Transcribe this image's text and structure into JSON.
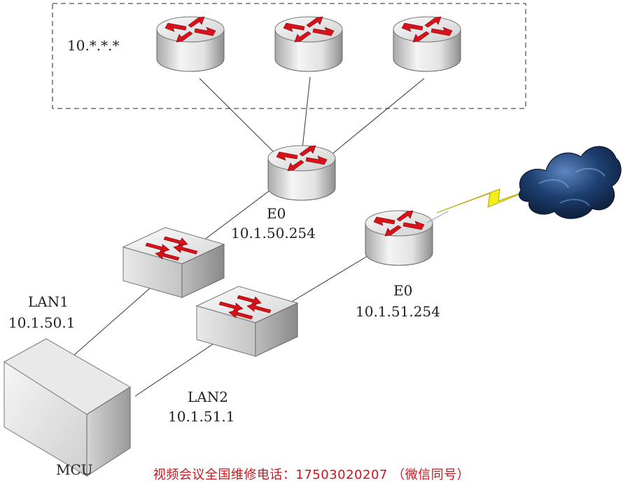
{
  "labels": {
    "subnet": "10.*.*.*",
    "router1_iface": "E0",
    "router1_ip": "10.1.50.254",
    "router2_iface": "E0",
    "router2_ip": "10.1.51.254",
    "lan1_name": "LAN1",
    "lan1_ip": "10.1.50.1",
    "lan2_name": "LAN2",
    "lan2_ip": "10.1.51.1",
    "mcu": "MCU"
  },
  "footer": "视频会议全国维修电话：17503020207 （微信同号）",
  "colors": {
    "arrow": "#d8121a",
    "link": "#333333",
    "footer": "#c8161d",
    "cloud": "#173a6b",
    "lightning": "#f2ee1e"
  }
}
